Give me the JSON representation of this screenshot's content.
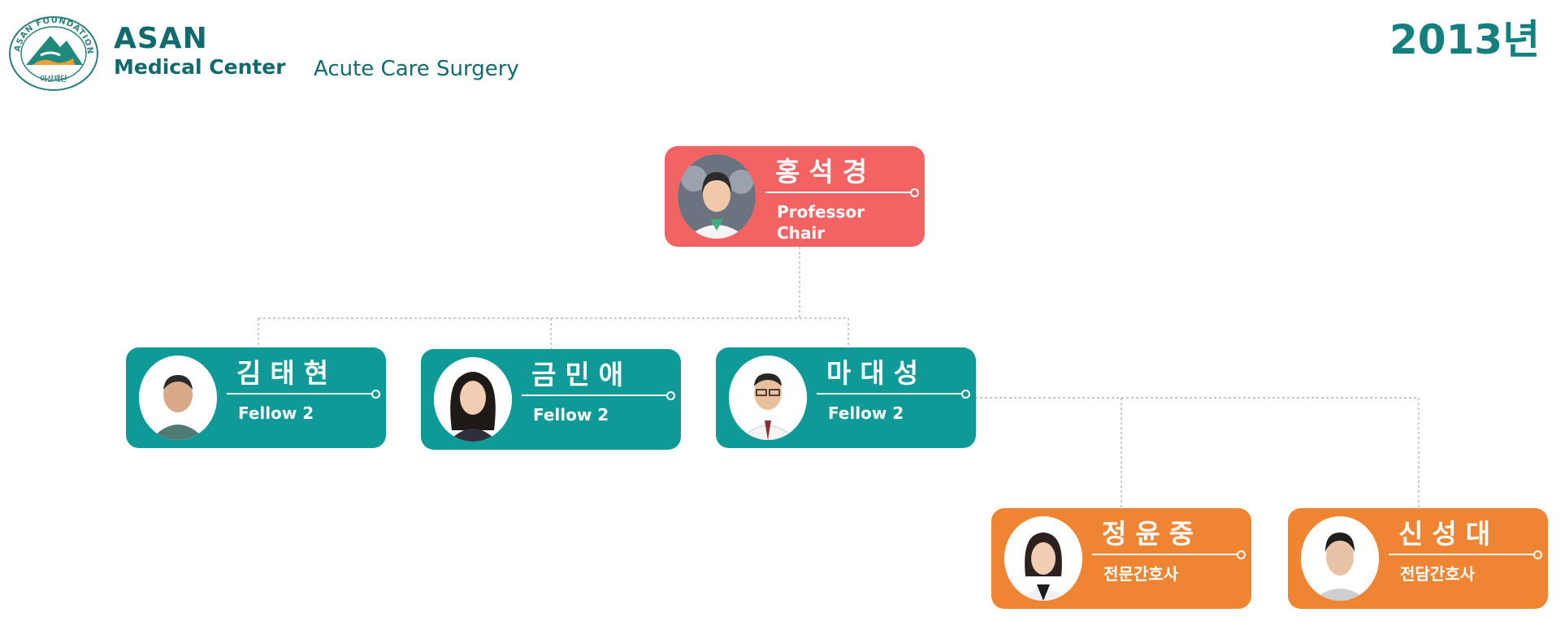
{
  "header": {
    "logo_ring_text": "ASAN FOUNDATION",
    "logo_foundation_ko": "아산재단",
    "logo_name": "ASAN",
    "logo_subname": "Medical Center",
    "department": "Acute Care Surgery",
    "year": "2013년"
  },
  "colors": {
    "brand": "#116b6d",
    "chair_card": "#f46363",
    "fellow_card": "#0f9a97",
    "nurse_card": "#ef8433",
    "connector": "#a8a8a8"
  },
  "org_chart": {
    "chair": {
      "name": "홍석경",
      "role_line1": "Professor",
      "role_line2": "Chair"
    },
    "fellows": [
      {
        "name": "김태현",
        "role": "Fellow 2"
      },
      {
        "name": "금민애",
        "role": "Fellow 2"
      },
      {
        "name": "마대성",
        "role": "Fellow 2"
      }
    ],
    "nurses": [
      {
        "name": "정윤중",
        "role": "전문간호사"
      },
      {
        "name": "신성대",
        "role": "전담간호사"
      }
    ]
  }
}
